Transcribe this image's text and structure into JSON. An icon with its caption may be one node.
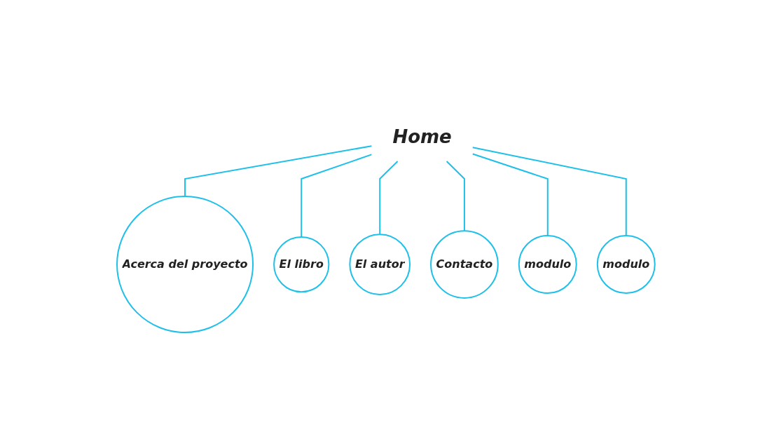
{
  "diagram": {
    "nodes": [
      {
        "text": [
          "Home"
        ]
      },
      {
        "text": [
          "Acerca del proyecto"
        ]
      },
      {
        "text": [
          "El libro"
        ]
      },
      {
        "text": [
          "El autor"
        ]
      },
      {
        "text": [
          "Contacto"
        ]
      },
      {
        "text": [
          "modulo"
        ]
      },
      {
        "text": [
          "modulo"
        ]
      }
    ],
    "edges": [
      {
        "from": 0,
        "to": 1,
        "arrow": "none"
      },
      {
        "from": 0,
        "to": 2,
        "arrow": "none"
      },
      {
        "from": 0,
        "to": 3,
        "arrow": "none"
      },
      {
        "from": 0,
        "to": 4,
        "arrow": "none"
      },
      {
        "from": 0,
        "to": 5,
        "arrow": "none"
      },
      {
        "from": 0,
        "to": 6,
        "arrow": "none"
      }
    ]
  }
}
